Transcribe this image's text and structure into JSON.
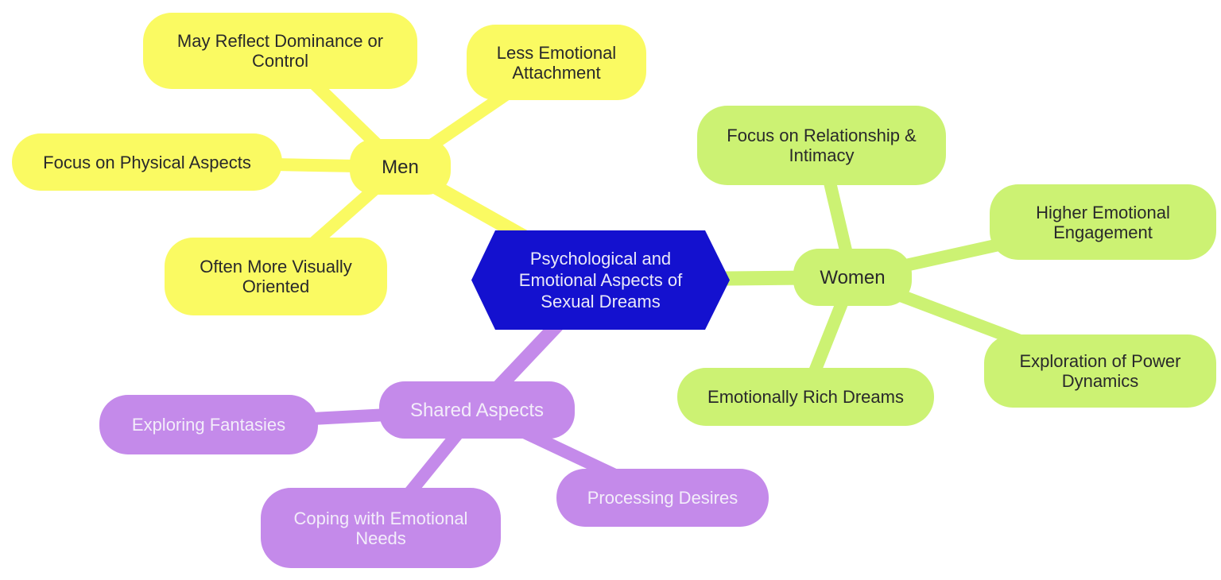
{
  "diagram": {
    "type": "mindmap",
    "root": {
      "label": "Psychological and Emotional Aspects of Sexual Dreams",
      "shape": "hexagon"
    },
    "branches": [
      {
        "label": "Men",
        "children": [
          "May Reflect Dominance or Control",
          "Less Emotional Attachment",
          "Focus on Physical Aspects",
          "Often More Visually Oriented"
        ]
      },
      {
        "label": "Women",
        "children": [
          "Focus on Relationship & Intimacy",
          "Higher Emotional Engagement",
          "Exploration of Power Dynamics",
          "Emotionally Rich Dreams"
        ]
      },
      {
        "label": "Shared Aspects",
        "children": [
          "Exploring Fantasies",
          "Coping with Emotional Needs",
          "Processing Desires"
        ]
      }
    ]
  },
  "palette": {
    "background": "#FFFFFF",
    "root_fill": "#1411CF",
    "root_text": "#E9E8F8",
    "men_fill": "#FAFA62",
    "women_fill": "#CCF273",
    "shared_fill": "#C48AEA",
    "dark_text": "#29292B",
    "light_text": "#F3EDFA"
  }
}
